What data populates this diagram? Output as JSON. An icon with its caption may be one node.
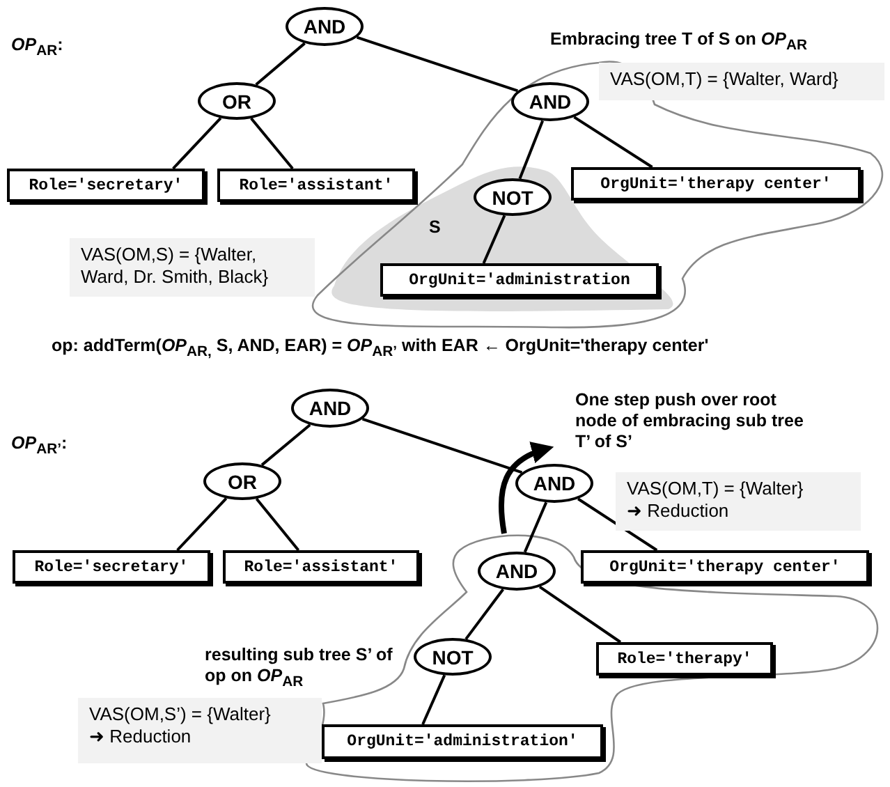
{
  "diagram": {
    "nodes": [
      {
        "text": [
          "AND"
        ]
      },
      {
        "text": [
          "OR"
        ]
      },
      {
        "text": [
          "AND"
        ]
      },
      {
        "text": [
          "Role='secretary'"
        ]
      },
      {
        "text": [
          "Role='assistant'"
        ]
      },
      {
        "text": [
          "NOT"
        ]
      },
      {
        "text": [
          "OrgUnit='therapy center'"
        ]
      },
      {
        "text": [
          "OrgUnit='administration"
        ]
      },
      {
        "text": [
          "VAS(OM,T) = {Walter, Ward}"
        ]
      },
      {
        "text": [
          "VAS(OM,S) = {Walter, Ward, Dr. Smith, Black}"
        ]
      },
      {
        "text": [
          "AND"
        ]
      },
      {
        "text": [
          "OR"
        ]
      },
      {
        "text": [
          "AND"
        ]
      },
      {
        "text": [
          "Role='secretary'"
        ]
      },
      {
        "text": [
          "Role='assistant'"
        ]
      },
      {
        "text": [
          "AND"
        ]
      },
      {
        "text": [
          "OrgUnit='therapy center'"
        ]
      },
      {
        "text": [
          "NOT"
        ]
      },
      {
        "text": [
          "Role='therapy'"
        ]
      },
      {
        "text": [
          "OrgUnit='administration'"
        ]
      },
      {
        "text": [
          "VAS(OM,T) = {Walter}",
          "➜ Reduction"
        ]
      },
      {
        "text": [
          "VAS(OM,S’) = {Walter}",
          "➜ Reduction"
        ]
      }
    ],
    "edges": [
      {
        "from": 0,
        "to": 1,
        "arrow": "none"
      },
      {
        "from": 0,
        "to": 2,
        "arrow": "none"
      },
      {
        "from": 1,
        "to": 3,
        "arrow": "none"
      },
      {
        "from": 1,
        "to": 4,
        "arrow": "none"
      },
      {
        "from": 2,
        "to": 5,
        "arrow": "none"
      },
      {
        "from": 2,
        "to": 6,
        "arrow": "none"
      },
      {
        "from": 5,
        "to": 7,
        "arrow": "none"
      },
      {
        "from": 10,
        "to": 11,
        "arrow": "none"
      },
      {
        "from": 10,
        "to": 12,
        "arrow": "none"
      },
      {
        "from": 11,
        "to": 13,
        "arrow": "none"
      },
      {
        "from": 11,
        "to": 14,
        "arrow": "none"
      },
      {
        "from": 12,
        "to": 15,
        "arrow": "none"
      },
      {
        "from": 12,
        "to": 16,
        "arrow": "none"
      },
      {
        "from": 15,
        "to": 17,
        "arrow": "none"
      },
      {
        "from": 15,
        "to": 18,
        "arrow": "none"
      },
      {
        "from": 17,
        "to": 19,
        "arrow": "none"
      }
    ],
    "labels": [
      "*OP*$_{AR}$:",
      "Embracing tree T of S on *OP*$_{AR}$",
      "S",
      "op: addTerm(*OP*$_{AR,}$ S,  AND, EAR) = *OP*$_{AR’}$ with EAR ← OrgUnit='therapy center'",
      "*OP*$_{AR’}$:",
      "One step push over root node of embracing sub tree T’ of S’",
      "resulting sub tree S’ of op on *OP*$_{AR}$"
    ]
  }
}
